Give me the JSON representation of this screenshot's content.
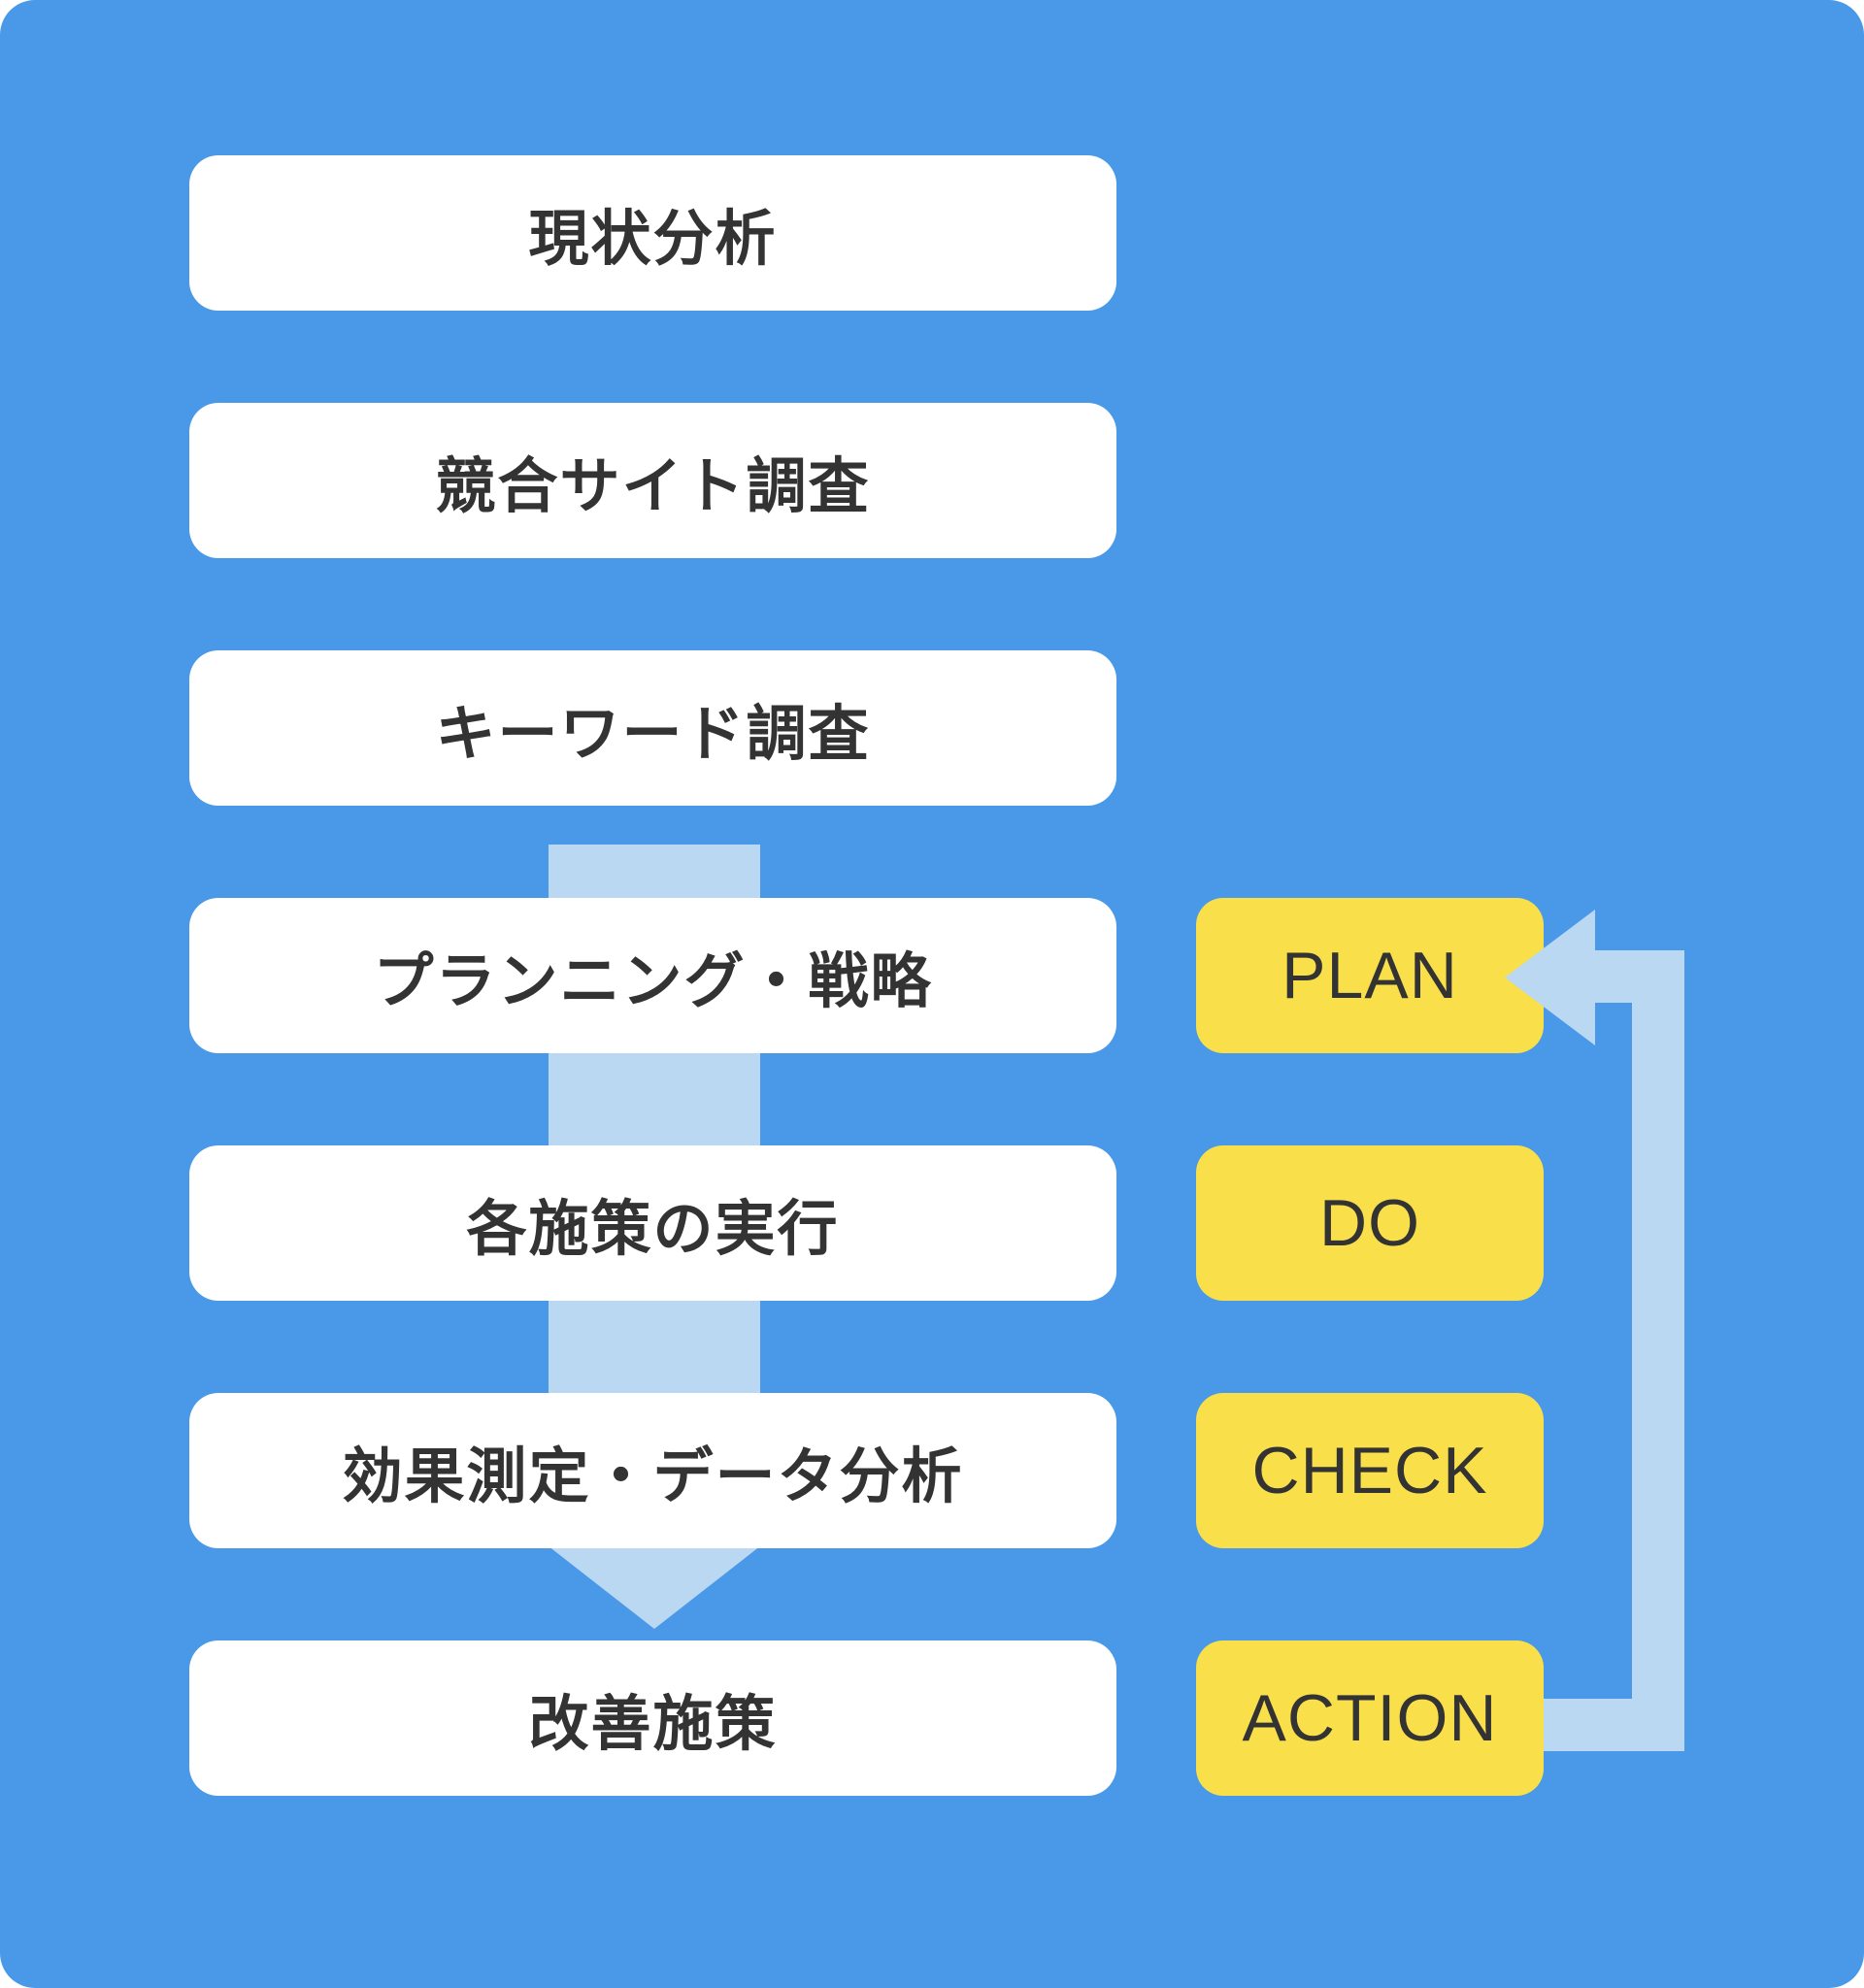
{
  "diagram": {
    "title_semantic": "SEO workflow with PDCA cycle",
    "colors": {
      "panel_background": "#4a99e9",
      "arrow_light_blue": "#bbd8f2",
      "pdca_yellow": "#f9e04a",
      "step_box_white": "#ffffff",
      "text_dark": "#333333"
    },
    "process": {
      "steps": [
        {
          "label": "現状分析"
        },
        {
          "label": "競合サイト調査"
        },
        {
          "label": "キーワード調査"
        },
        {
          "label": "プランニング・戦略"
        },
        {
          "label": "各施策の実行"
        },
        {
          "label": "効果測定・データ分析"
        },
        {
          "label": "改善施策"
        }
      ]
    },
    "pdca": {
      "steps": [
        {
          "label": "PLAN"
        },
        {
          "label": "DO"
        },
        {
          "label": "CHECK"
        },
        {
          "label": "ACTION"
        }
      ]
    },
    "icons": {
      "down_arrow": "flow-down-arrow",
      "loop_arrow": "pdca-cycle-arrow"
    }
  }
}
